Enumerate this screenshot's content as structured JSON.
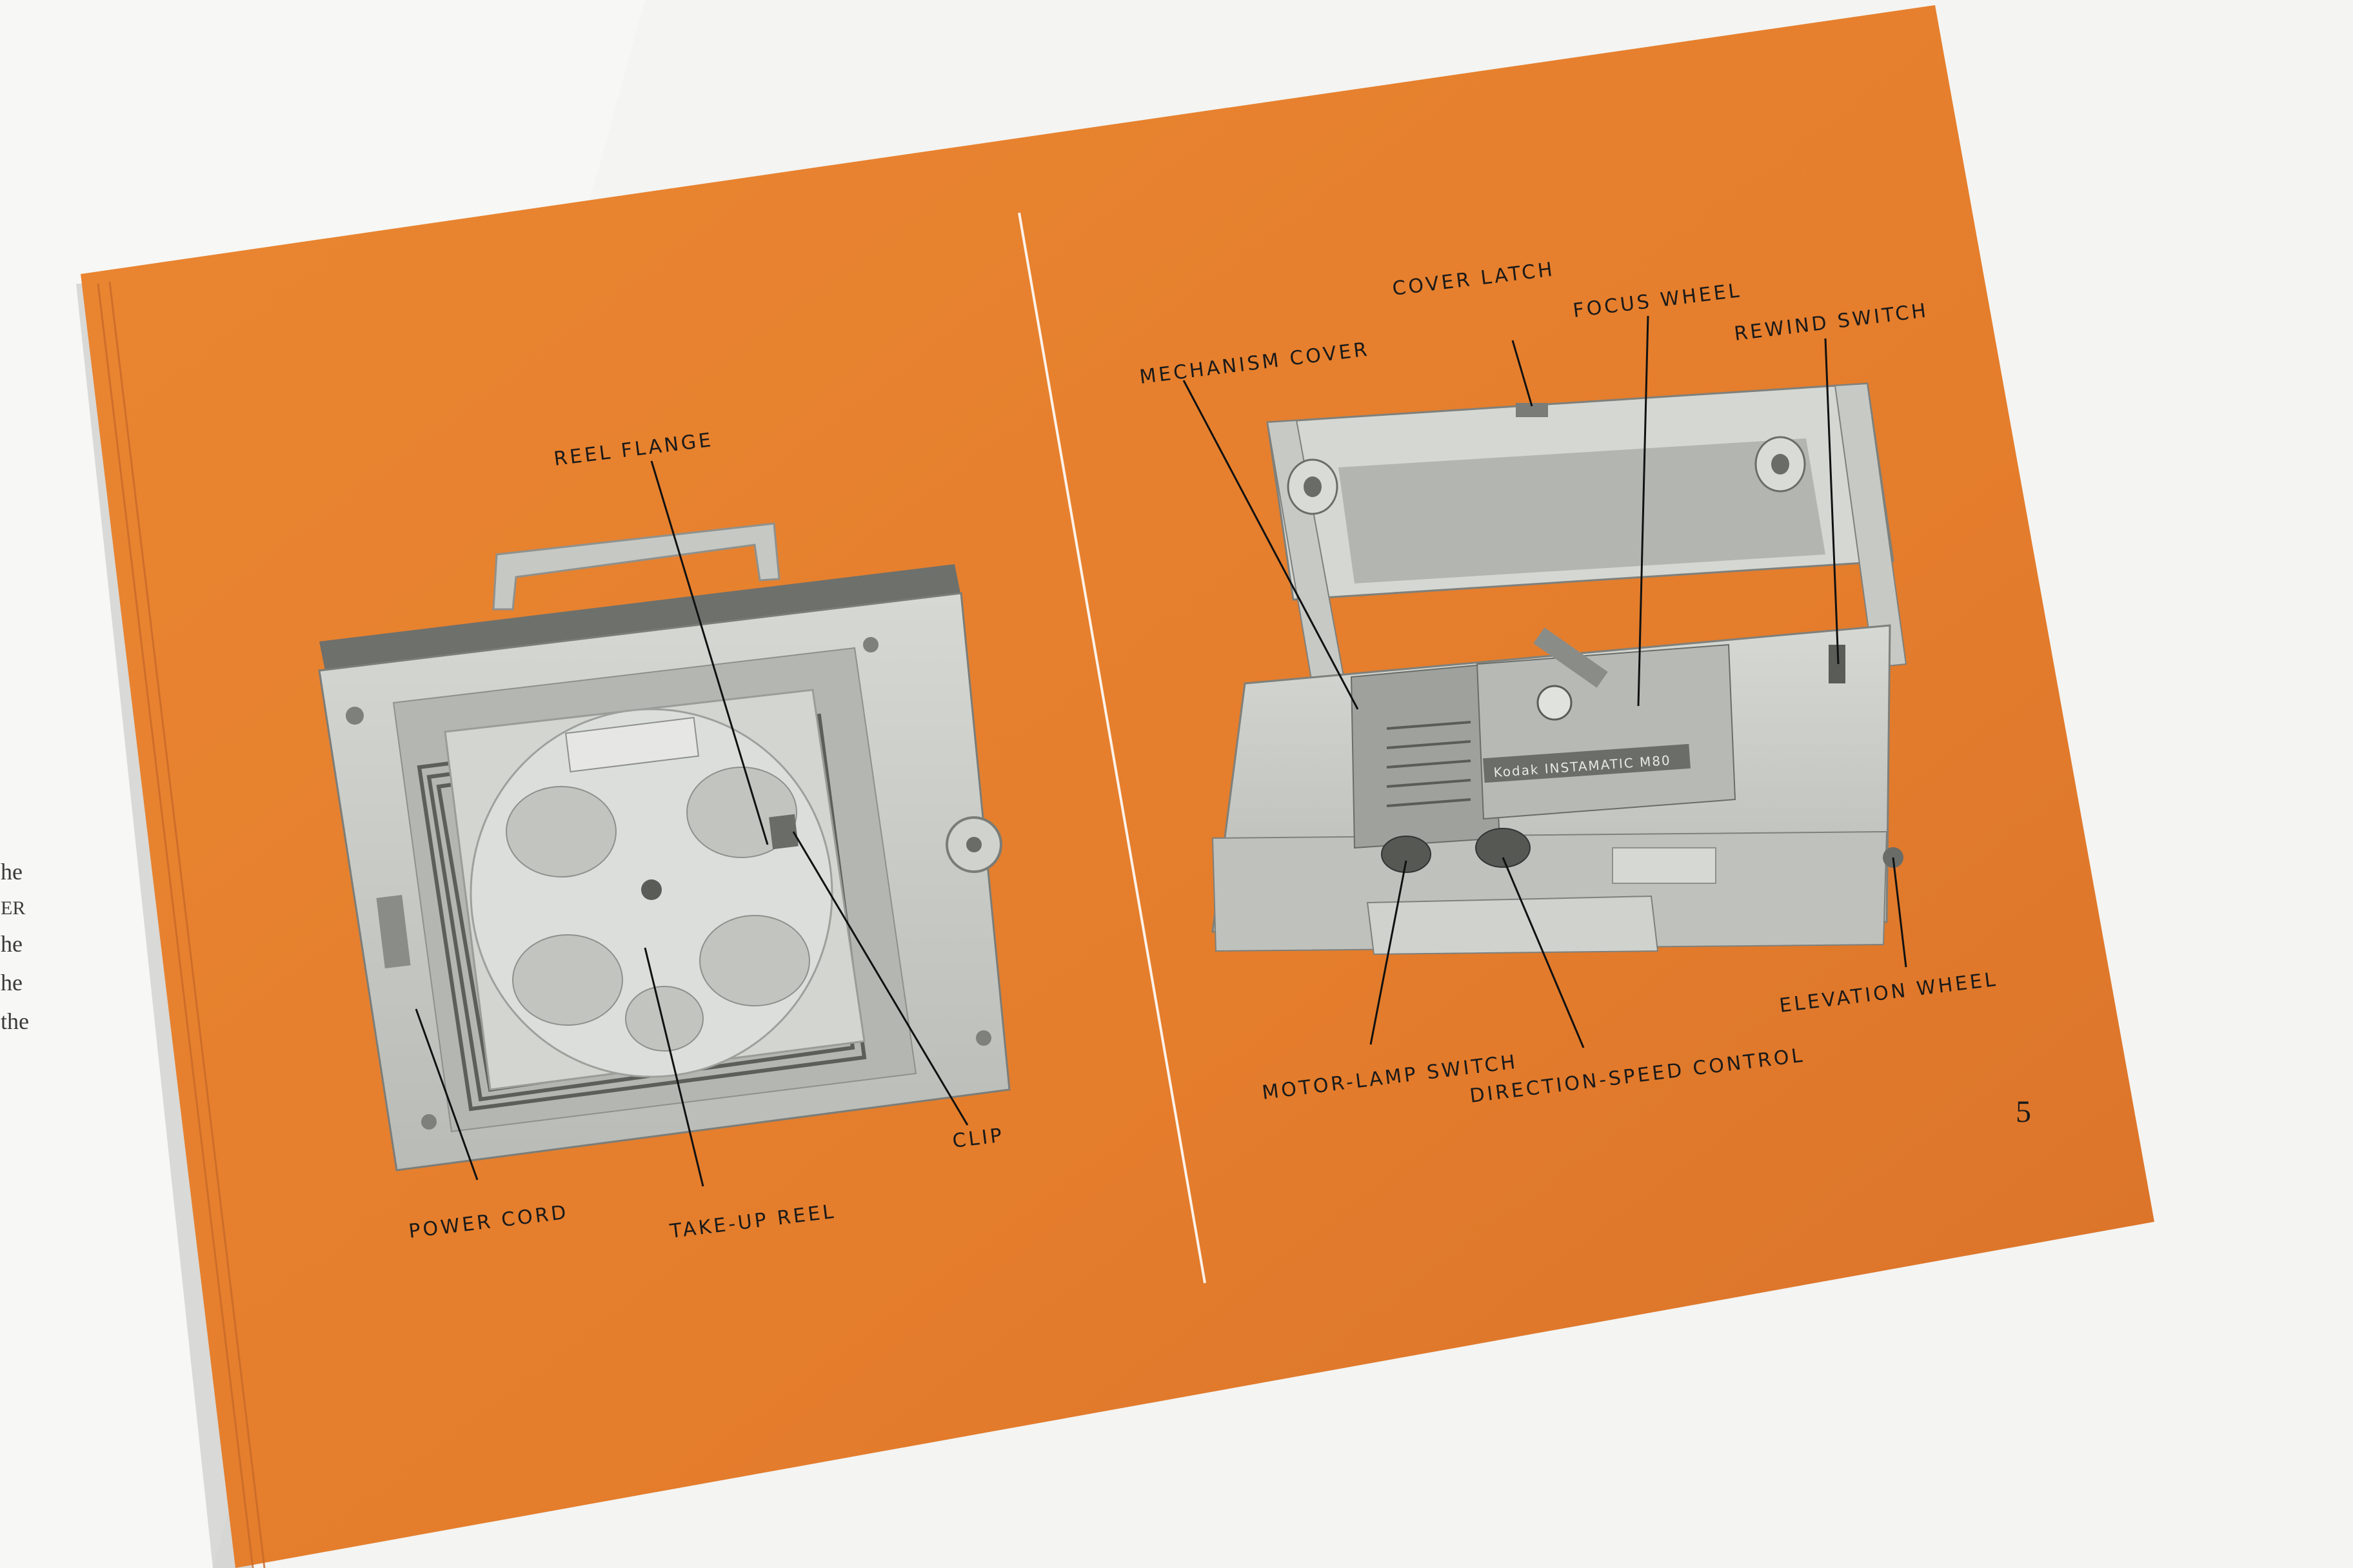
{
  "colors": {
    "paper_orange": "#e8832f",
    "paper_orange_dark": "#d8742a",
    "background": "#f4f4f2",
    "device_gray": "#c9cbc7",
    "ink": "#1a1a1a"
  },
  "left_page_text": [
    "he",
    "ER",
    "he",
    "he",
    "the"
  ],
  "left_figure": {
    "labels": {
      "reel_flange": "REEL FLANGE",
      "clip": "CLIP",
      "power_cord": "POWER CORD",
      "take_up_reel": "TAKE-UP REEL"
    }
  },
  "right_figure": {
    "labels": {
      "cover_latch": "COVER LATCH",
      "focus_wheel": "FOCUS WHEEL",
      "rewind_switch": "REWIND SWITCH",
      "mechanism_cover": "MECHANISM COVER",
      "elevation_wheel": "ELEVATION WHEEL",
      "motor_lamp_switch": "MOTOR-LAMP SWITCH",
      "direction_speed_control": "DIRECTION-SPEED CONTROL"
    },
    "nameplate": "Kodak INSTAMATIC M80"
  },
  "page_number": "5"
}
